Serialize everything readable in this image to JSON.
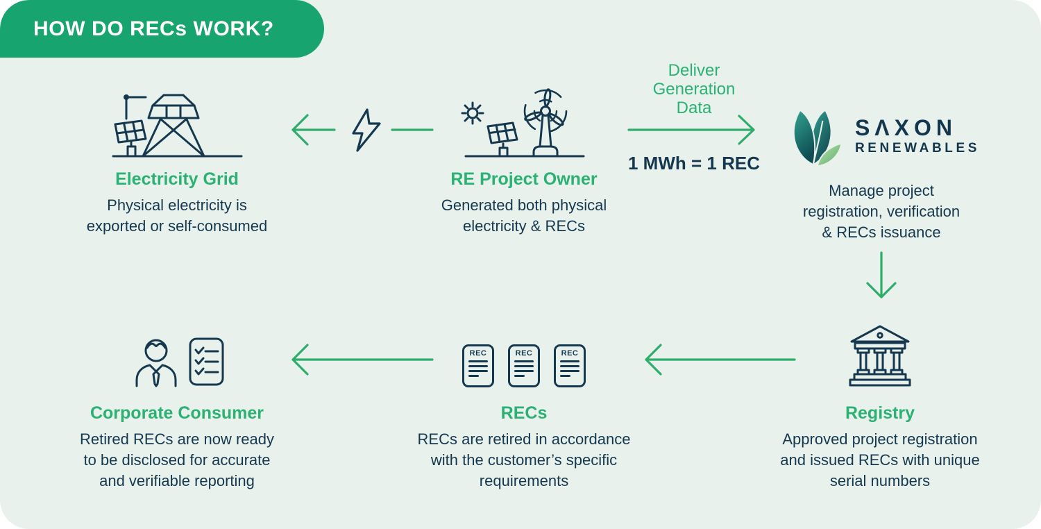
{
  "colors": {
    "background": "#e8f1ec",
    "badge_green": "#17a46f",
    "title_green": "#2bb173",
    "arrow_green": "#2eac6b",
    "navy_text": "#16384e",
    "leaf_teal_dark": "#0e4b52",
    "leaf_teal_light": "#33a492",
    "leaf_light_green": "#a9d79d"
  },
  "badge": {
    "title": "HOW DO RECs WORK?"
  },
  "top_row": {
    "electricity_grid": {
      "title": "Electricity Grid",
      "desc": "Physical electricity is\nexported or self-consumed"
    },
    "re_project_owner": {
      "title": "RE Project Owner",
      "desc": "Generated both physical\nelectricity & RECs"
    },
    "deliver_arrow": {
      "label": "Deliver\nGeneration\nData",
      "conversion": "1 MWh = 1 REC"
    },
    "saxon": {
      "brand": "SΛXON",
      "brand_sub": "RENEWABLES",
      "desc": "Manage project\nregistration, verification\n& RECs issuance"
    }
  },
  "bottom_row": {
    "registry": {
      "title": "Registry",
      "desc": "Approved project registration\nand issued RECs with unique\nserial numbers"
    },
    "recs": {
      "title": "RECs",
      "doc_label": "REC",
      "desc": "RECs are retired in accordance\nwith the customer’s specific\nrequirements"
    },
    "corporate_consumer": {
      "title": "Corporate Consumer",
      "desc": "Retired RECs are now ready\nto be disclosed for accurate\nand verifiable reporting"
    }
  }
}
